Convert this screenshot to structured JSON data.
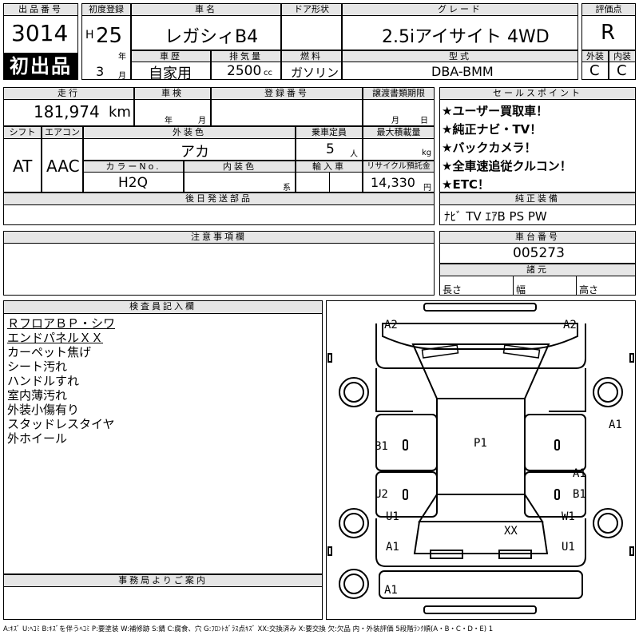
{
  "header": {
    "lot_label": "出品番号",
    "lot_number": "3014",
    "first_listing": "初出品",
    "first_reg_label": "初度登録",
    "era": "H",
    "year": "25",
    "year_unit": "年",
    "month": "3",
    "month_unit": "月",
    "car_name_label": "車名",
    "car_name": "レガシィB4",
    "door_label": "ドア形状",
    "door": "",
    "grade_label": "グレード",
    "grade": "2.5iアイサイト 4WD",
    "score_label": "評価点",
    "score": "R",
    "history_label": "車歴",
    "history": "自家用",
    "displacement_label": "排気量",
    "displacement": "2500",
    "displacement_unit": "cc",
    "fuel_label": "燃料",
    "fuel": "ガソリン",
    "model_label": "型式",
    "model": "DBA-BMM",
    "exterior_label": "外装",
    "exterior_grade": "C",
    "interior_label": "内装",
    "interior_grade": "C"
  },
  "row2": {
    "mileage_label": "走行",
    "mileage": "181,974",
    "mileage_unit": "km",
    "inspection_label": "車検",
    "inspection_year_unit": "年",
    "inspection_month_unit": "月",
    "plate_label": "登録番号",
    "transfer_label": "譲渡書類期限",
    "transfer_month_unit": "月",
    "transfer_day_unit": "日"
  },
  "row3": {
    "shift_label": "シフト",
    "shift": "AT",
    "aircon_label": "エアコン",
    "aircon": "AAC",
    "ext_color_label": "外装色",
    "ext_color": "アカ",
    "capacity_label": "乗車定員",
    "capacity": "5",
    "capacity_unit": "人",
    "maxload_label": "最大積載量",
    "maxload_unit": "kg",
    "color_no_label": "カラーNo.",
    "color_no": "H2Q",
    "int_color_label": "内装色",
    "int_color_unit": "系",
    "import_label": "輸入車",
    "recycle_label": "リサイクル預託金",
    "recycle": "14,330",
    "recycle_unit": "円"
  },
  "later_parts_label": "後日発送部品",
  "sales_points": {
    "label": "セールスポイント",
    "items": [
      "★ユーザー買取車！",
      "★純正ナビ・TV！",
      "★バックカメラ！",
      "★全車速追従クルコン！",
      "★ETC！"
    ]
  },
  "genuine": {
    "label": "純正装備",
    "value": "ﾅﾋﾞ TV ｴｱB PS PW"
  },
  "caution_label": "注意事項欄",
  "chassis": {
    "label": "車台番号",
    "value": "005273",
    "specs_label": "諸元",
    "length_label": "長さ",
    "width_label": "幅",
    "height_label": "高さ"
  },
  "inspector": {
    "label": "検査員記入欄",
    "notes": [
      "ＲフロアＢＰ・シワ",
      "エンドパネルＸＸ",
      "カーペット焦げ",
      "シート汚れ",
      "ハンドルすれ",
      "室内薄汚れ",
      "外装小傷有り",
      "スタッドレスタイヤ",
      "外ホイール"
    ]
  },
  "office_label": "事務局よりご案内",
  "diagram_marks": [
    "A2",
    "A2",
    "A1",
    "B1",
    "P1",
    "A1",
    "U2",
    "B1",
    "U1",
    "W1",
    "XX",
    "A1",
    "U1",
    "A1"
  ],
  "legend": "A:ｷｽﾞ U:ﾍｺﾐ B:ｷｽﾞを伴うﾍｺﾐ P:要塗装 W:補修跡 S:錆 C:腐食、穴 G:ﾌﾛﾝﾄｶﾞﾗｽ点ｷｽﾞ XX:交換済み X:要交換 欠:欠品 内・外装評価 5段階ﾗﾝｸ順(A・B・C・D・E) 1"
}
